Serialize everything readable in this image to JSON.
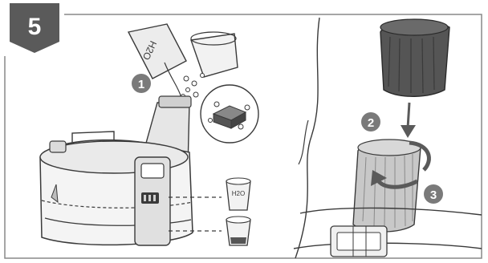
{
  "step": {
    "number": "5",
    "badge_color": "#5a5a5a"
  },
  "markers": [
    {
      "label": "1"
    },
    {
      "label": "2"
    },
    {
      "label": "3"
    }
  ],
  "cup_labels": {
    "water_cup": "H2O",
    "pour_cup": "H2O"
  },
  "colors": {
    "line": "#3a3a3a",
    "marker_fill": "#7a7a7a",
    "filter_fill": "#c8c8c8",
    "cap_fill": "#555555",
    "cube_fill": "#666666",
    "frame": "#888888"
  }
}
